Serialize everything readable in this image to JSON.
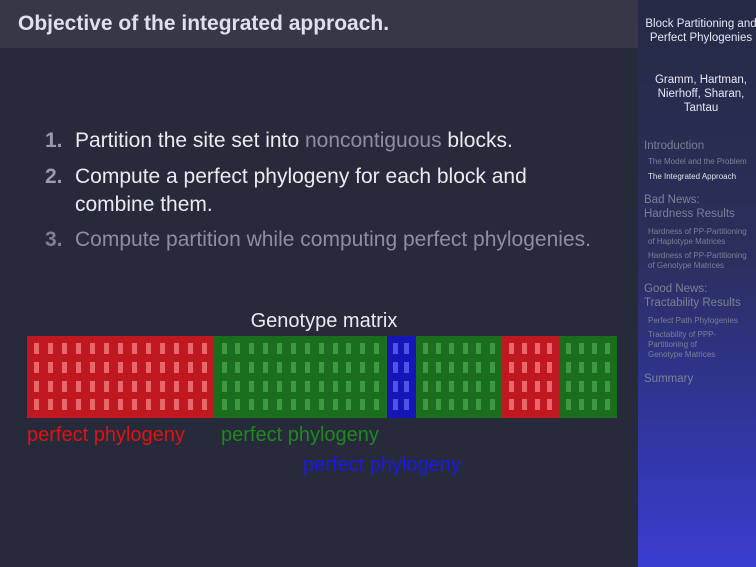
{
  "slide": {
    "title": "Objective of the integrated approach.",
    "items": [
      {
        "num": "1.",
        "text_a": "Partition the site set into ",
        "text_dim": "noncontiguous",
        "text_b": " blocks."
      },
      {
        "num": "2.",
        "text": "Compute a perfect phylogeny for each block and combine them."
      },
      {
        "num": "3.",
        "text": "Compute partition while computing perfect phylogenies."
      }
    ],
    "matrix_label": "Genotype matrix",
    "block_colors": {
      "red": "#c01820",
      "green": "#1b6e1d",
      "blue": "#1616b8"
    },
    "blocks": [
      {
        "color": "red",
        "columns": 13
      },
      {
        "color": "green",
        "columns": 12
      },
      {
        "color": "blue",
        "columns": 2
      },
      {
        "color": "green",
        "columns": 6
      },
      {
        "color": "red",
        "columns": 4
      },
      {
        "color": "green",
        "columns": 4
      }
    ],
    "labels": {
      "red": "perfect phylogeny",
      "green": "perfect phylogeny",
      "blue": "perfect phylogeny"
    }
  },
  "sidebar": {
    "title": "Block Partitioning and Perfect Phylogenies",
    "authors": "Gramm, Hartman, Nierhoff, Sharan, Tantau",
    "sections": [
      {
        "label": "Introduction",
        "subs": [
          "The Model and the Problem",
          "The Integrated Approach"
        ]
      },
      {
        "label": "Bad News: Hardness Results",
        "subs": [
          "Hardness of PP-Partitioning of Haplotype Matrices",
          "Hardness of PP-Partitioning of Genotype Matrices"
        ]
      },
      {
        "label": "Good News: Tractability Results",
        "subs": [
          "Perfect Path Phylogenies",
          "Tractability of PPP-Partitioning of Genotype Matrices"
        ]
      },
      {
        "label": "Summary",
        "subs": []
      }
    ]
  }
}
